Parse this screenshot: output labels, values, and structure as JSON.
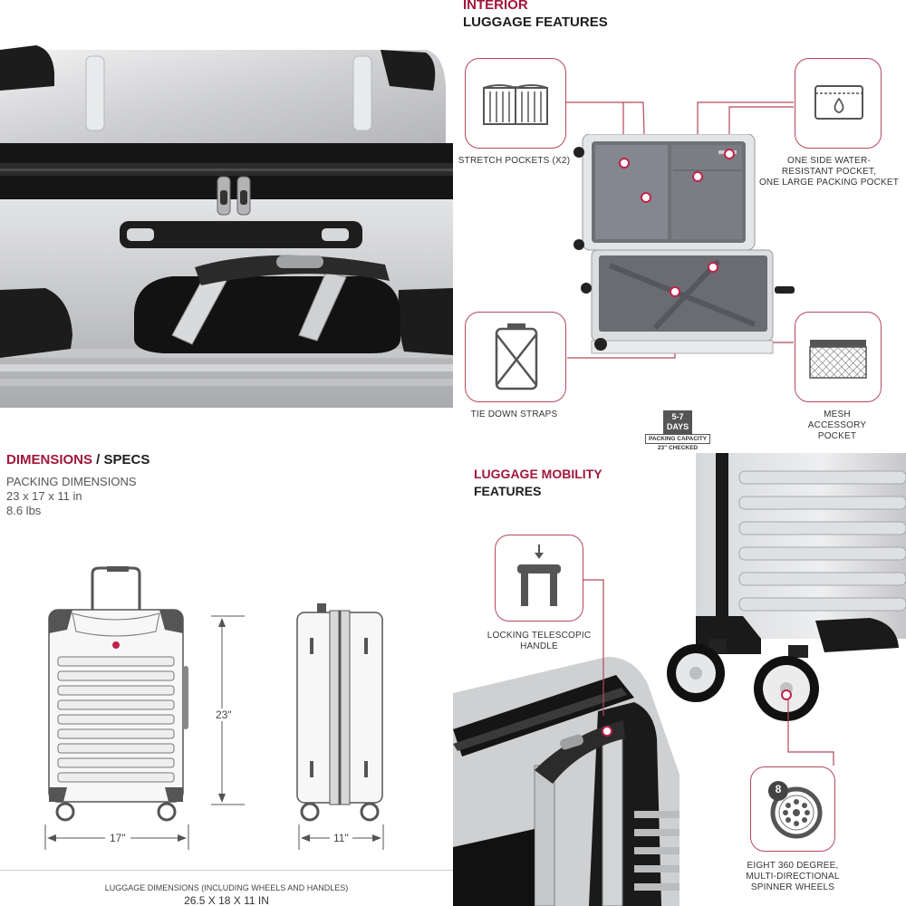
{
  "interior": {
    "title_accent": "INTERIOR",
    "title": "LUGGAGE FEATURES",
    "stretch_pockets": "STRETCH POCKETS (X2)",
    "water_pocket": [
      "ONE SIDE WATER-",
      "RESISTANT POCKET,",
      "ONE LARGE PACKING POCKET"
    ],
    "tie_down": "TIE DOWN STRAPS",
    "mesh_pocket": [
      "MESH",
      "ACCESSORY",
      "POCKET"
    ],
    "capacity": {
      "days": "5-7",
      "days_label": "DAYS",
      "packing": "PACKING CAPACITY",
      "checked": "23\" CHECKED"
    }
  },
  "dimensions": {
    "title_accent": "DIMENSIONS",
    "title_rest": " / SPECS",
    "packing_label": "PACKING DIMENSIONS",
    "packing_value": "23 x 17 x 11 in",
    "weight": "8.6 lbs",
    "height": "23\"",
    "width": "17\"",
    "depth": "11\"",
    "luggage_label": "LUGGAGE DIMENSIONS (INCLUDING WHEELS AND HANDLES)",
    "luggage_value": "26.5 X 18 X 11 IN"
  },
  "mobility": {
    "title_accent": "LUGGAGE MOBILITY",
    "title": "FEATURES",
    "handle": [
      "LOCKING TELESCOPIC",
      "HANDLE"
    ],
    "wheels": [
      "EIGHT 360 DEGREE,",
      "MULTI-DIRECTIONAL",
      "SPINNER WHEELS"
    ],
    "wheel_badge": "8"
  },
  "colors": {
    "accent": "#a0173a",
    "shell": "#c9cacc",
    "trim": "#1a1a1a"
  }
}
